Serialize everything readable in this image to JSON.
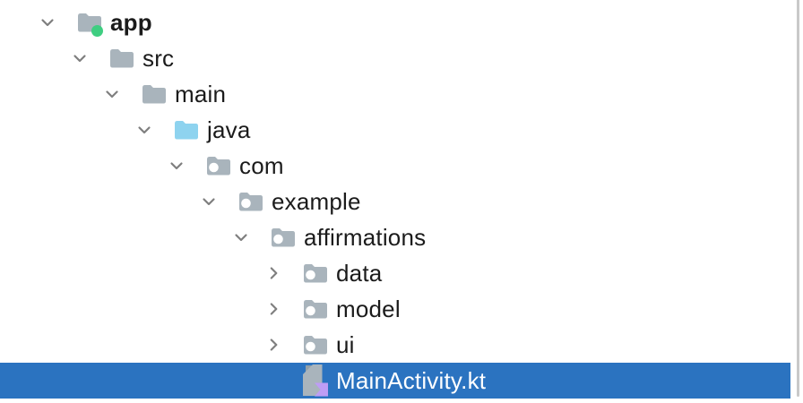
{
  "colors": {
    "selection": "#2B73C0",
    "selected_text": "#FFFFFF",
    "text": "#1B1B1B",
    "folder": "#A9B4BC",
    "folder_fold": "#93A0A8",
    "source_folder": "#8ED3EF",
    "package_dot": "#FFFFFF",
    "android_green": "#3FCE81",
    "kotlin_purple": "#BE9DF5",
    "chevron": "#7F7F7F",
    "border": "#C9C9C9"
  },
  "tree": {
    "items": [
      {
        "label": "app",
        "level": 0,
        "icon": "android-module-folder",
        "chevron": "expanded",
        "bold": true,
        "selected": false
      },
      {
        "label": "src",
        "level": 1,
        "icon": "folder",
        "chevron": "expanded",
        "bold": false,
        "selected": false
      },
      {
        "label": "main",
        "level": 2,
        "icon": "folder",
        "chevron": "expanded",
        "bold": false,
        "selected": false
      },
      {
        "label": "java",
        "level": 3,
        "icon": "source-folder",
        "chevron": "expanded",
        "bold": false,
        "selected": false
      },
      {
        "label": "com",
        "level": 4,
        "icon": "package",
        "chevron": "expanded",
        "bold": false,
        "selected": false
      },
      {
        "label": "example",
        "level": 5,
        "icon": "package",
        "chevron": "expanded",
        "bold": false,
        "selected": false
      },
      {
        "label": "affirmations",
        "level": 6,
        "icon": "package",
        "chevron": "expanded",
        "bold": false,
        "selected": false
      },
      {
        "label": "data",
        "level": 7,
        "icon": "package",
        "chevron": "collapsed",
        "bold": false,
        "selected": false
      },
      {
        "label": "model",
        "level": 7,
        "icon": "package",
        "chevron": "collapsed",
        "bold": false,
        "selected": false
      },
      {
        "label": "ui",
        "level": 7,
        "icon": "package",
        "chevron": "collapsed",
        "bold": false,
        "selected": false
      },
      {
        "label": "MainActivity.kt",
        "level": 7,
        "icon": "kotlin-file",
        "chevron": "none",
        "bold": false,
        "selected": true
      }
    ]
  }
}
